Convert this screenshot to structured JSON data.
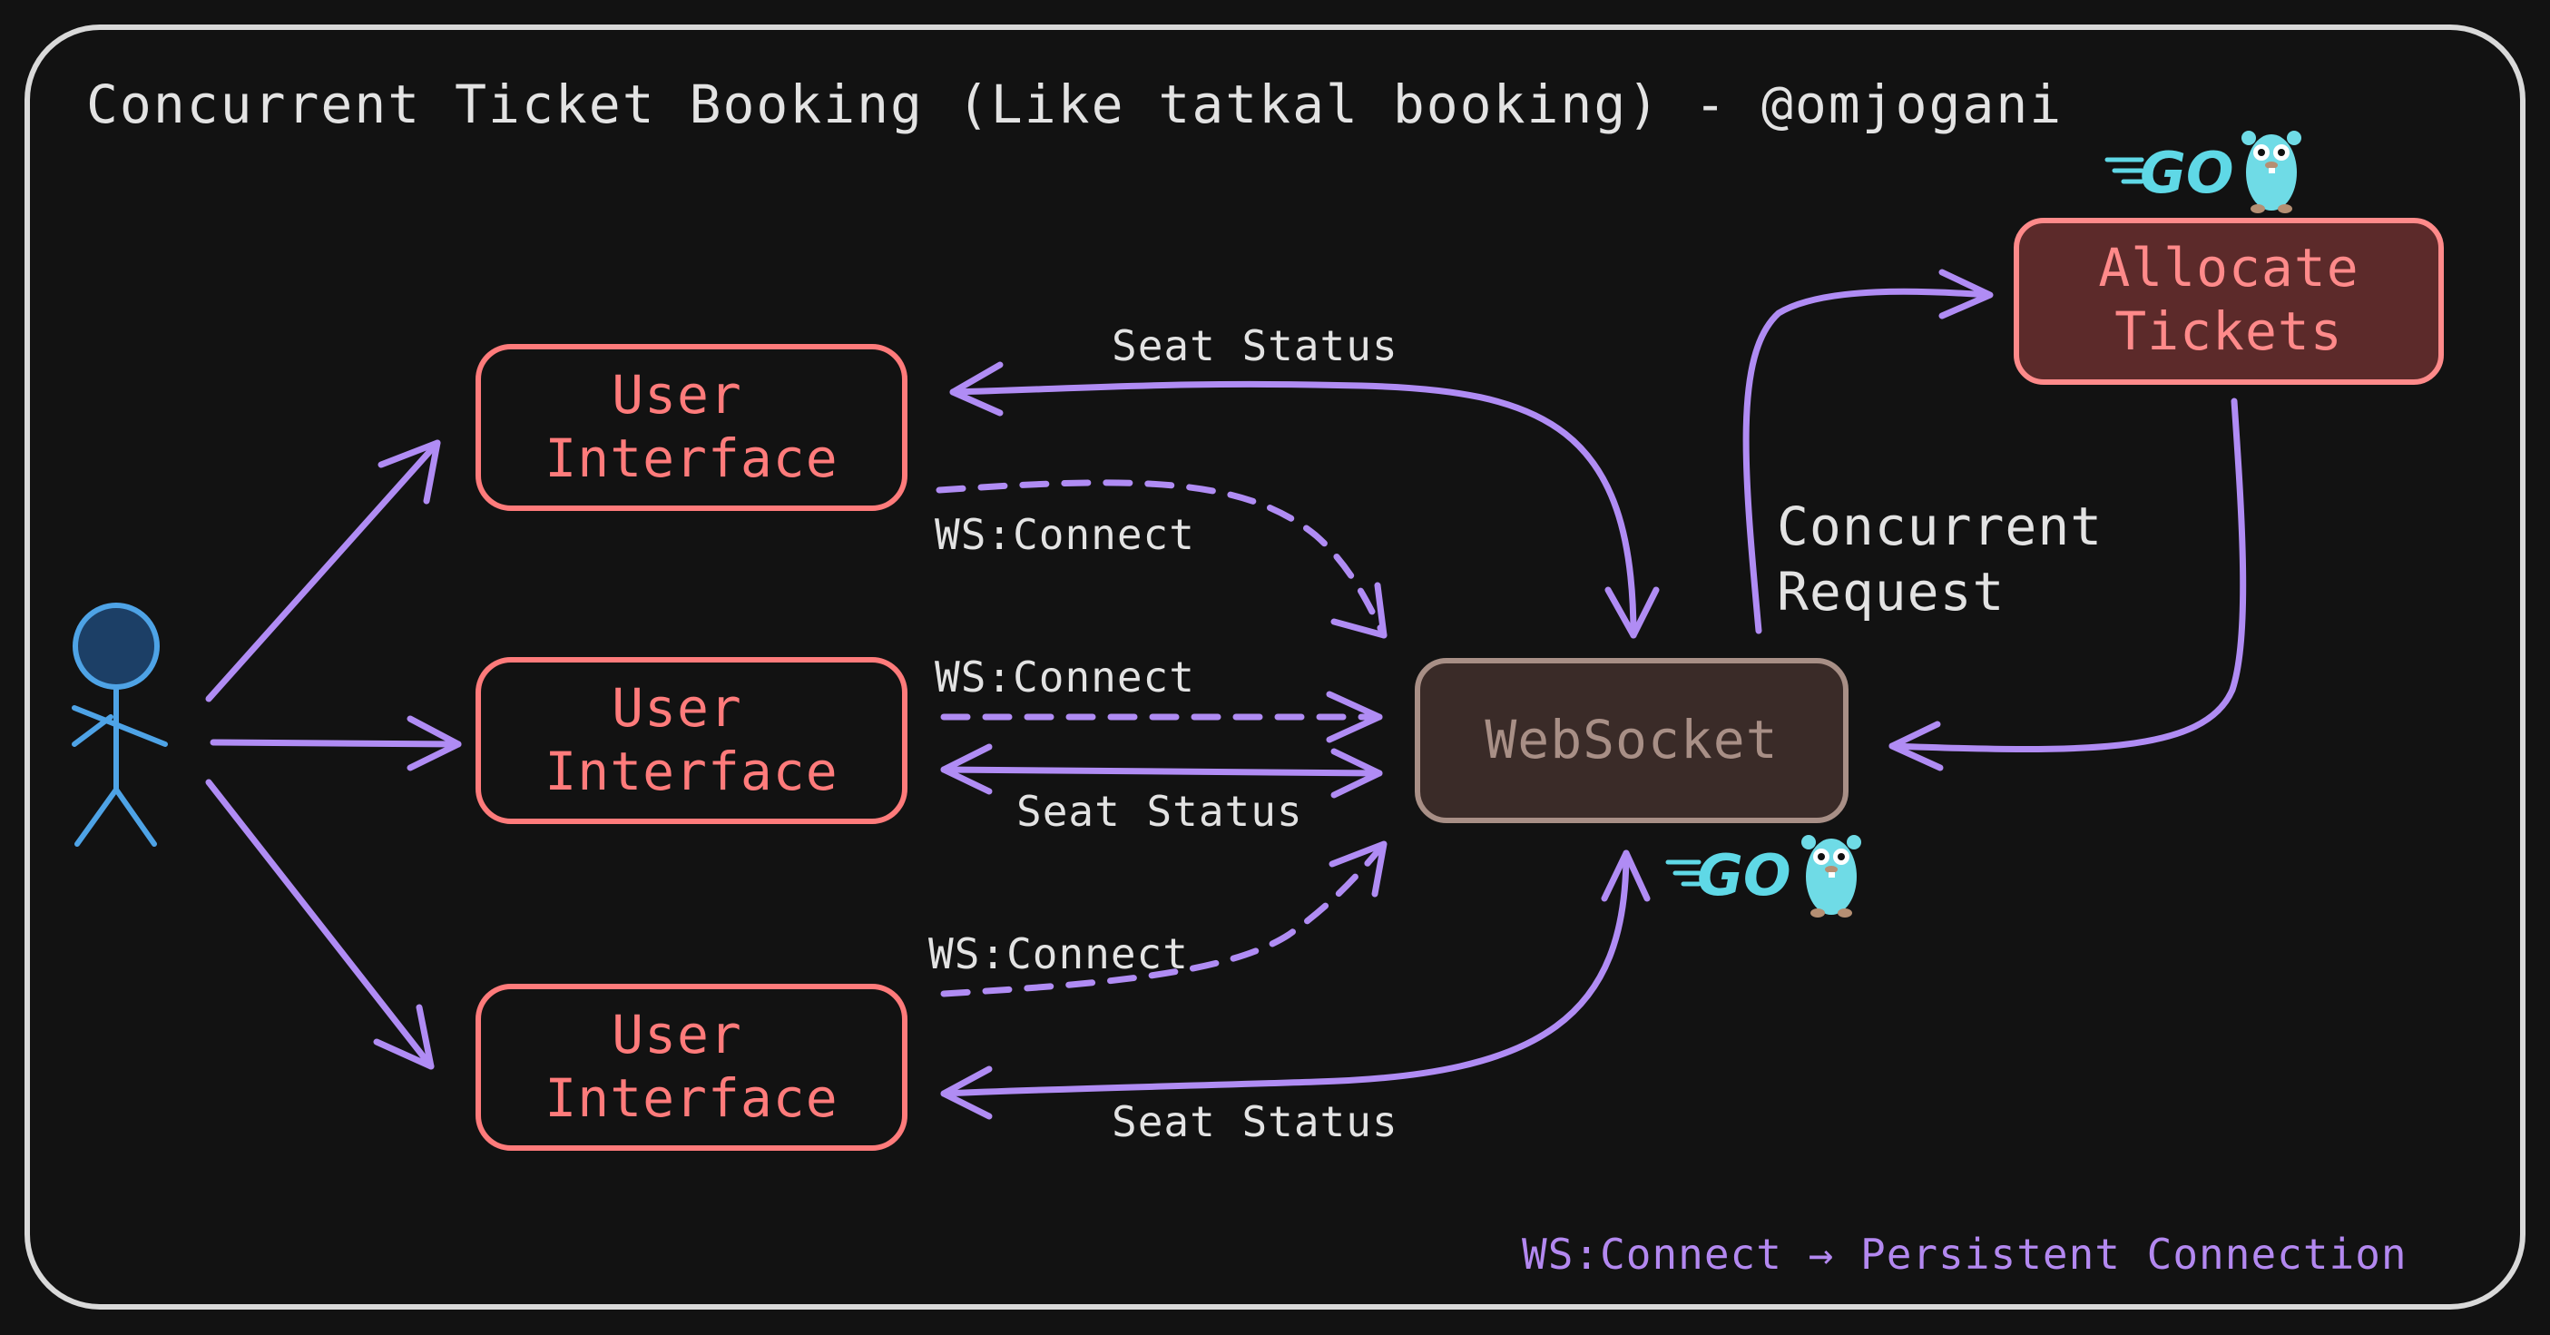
{
  "title": "Concurrent Ticket Booking (Like tatkal booking) - @omjogani",
  "nodes": {
    "ui_1": {
      "line1": "User",
      "line2": "Interface"
    },
    "ui_2": {
      "line1": "User",
      "line2": "Interface"
    },
    "ui_3": {
      "line1": "User",
      "line2": "Interface"
    },
    "websocket": {
      "label": "WebSocket"
    },
    "allocate": {
      "line1": "Allocate",
      "line2": "Tickets"
    }
  },
  "edge_labels": {
    "seat_status_1": "Seat Status",
    "ws_connect_1": "WS:Connect",
    "ws_connect_2": "WS:Connect",
    "seat_status_2": "Seat Status",
    "ws_connect_3": "WS:Connect",
    "seat_status_3": "Seat Status",
    "concurrent_1": "Concurrent",
    "concurrent_2": "Request"
  },
  "logos": {
    "go_top": "GO",
    "go_bottom": "GO"
  },
  "legend": {
    "text": "WS:Connect → Persistent Connection"
  },
  "icons": [
    "stick-figure-user-icon",
    "gopher-mascot-icon",
    "go-logo-icon"
  ],
  "colors": {
    "background": "#121212",
    "frame": "#d9d9d9",
    "ui_box": "#ff7b7b",
    "websocket_fill": "#3a2b28",
    "websocket_stroke": "#a88f86",
    "allocate_fill": "#5c2a2a",
    "arrow": "#b08cf4",
    "user_icon": "#4ea3e6",
    "go_brand": "#5fd8e6"
  }
}
